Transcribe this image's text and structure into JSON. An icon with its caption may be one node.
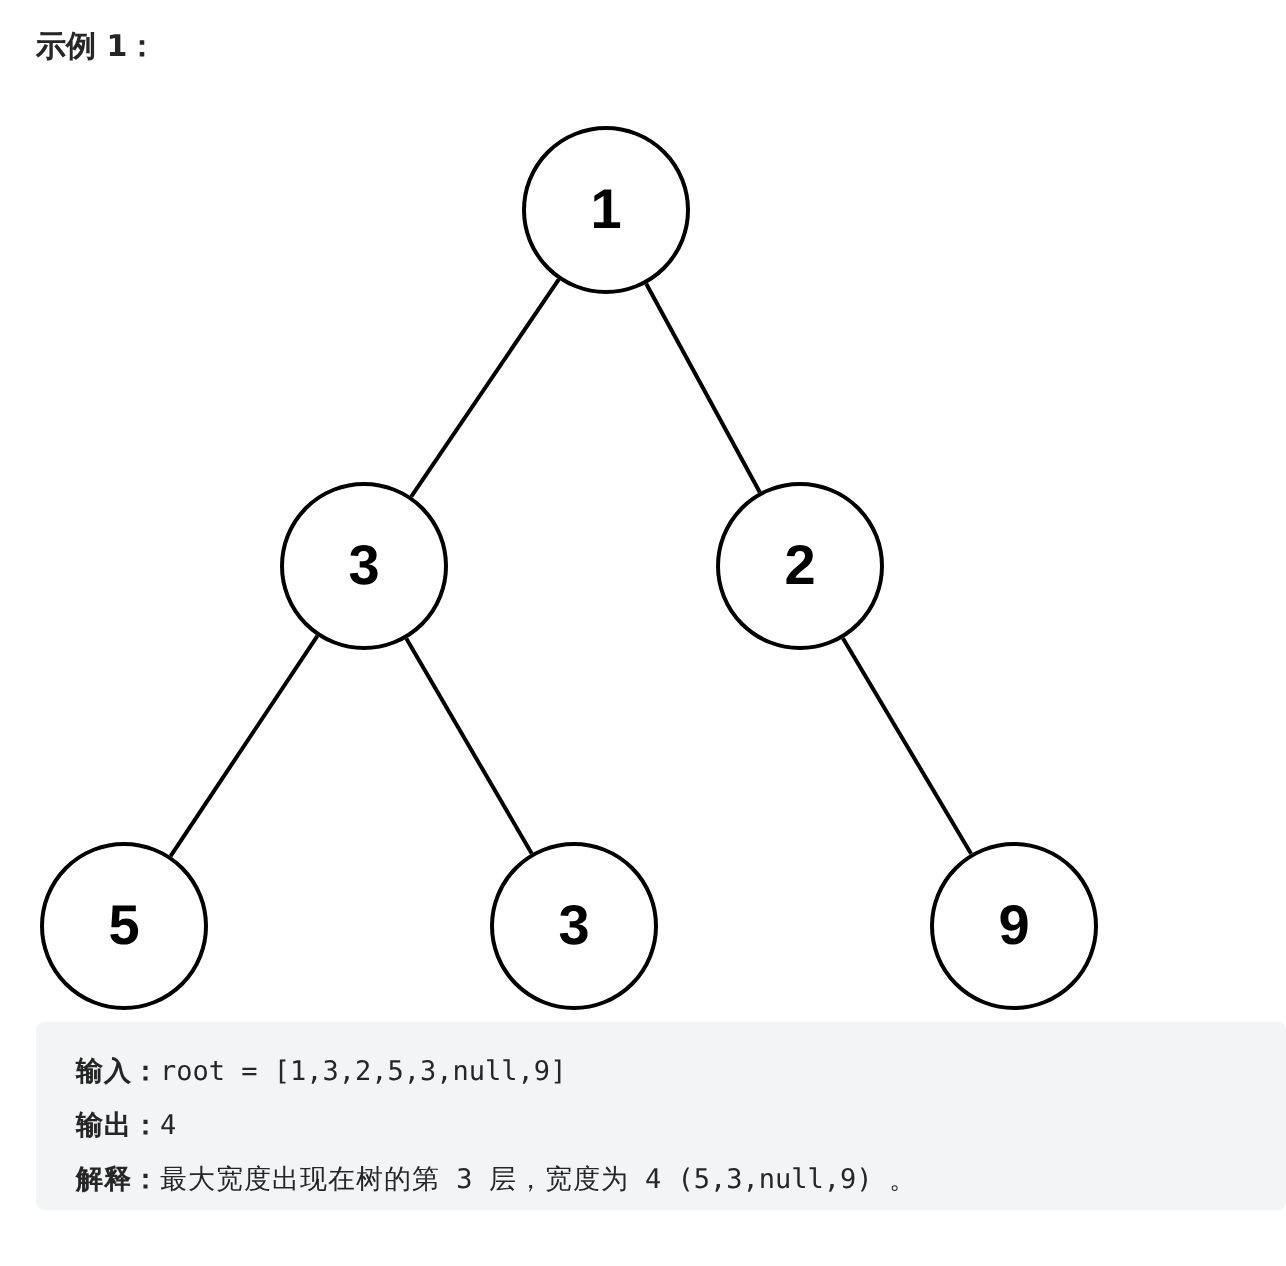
{
  "diagram": {
    "title": "示例 1：",
    "nodes": [
      {
        "text": [
          "1"
        ]
      },
      {
        "text": [
          "3"
        ]
      },
      {
        "text": [
          "2"
        ]
      },
      {
        "text": [
          "5"
        ]
      },
      {
        "text": [
          "3"
        ]
      },
      {
        "text": [
          "9"
        ]
      }
    ],
    "edges": [
      {
        "from": 0,
        "to": 1,
        "arrow": "none"
      },
      {
        "from": 0,
        "to": 2,
        "arrow": "none"
      },
      {
        "from": 1,
        "to": 3,
        "arrow": "none"
      },
      {
        "from": 1,
        "to": 4,
        "arrow": "none"
      },
      {
        "from": 2,
        "to": 5,
        "arrow": "none"
      }
    ],
    "labels": [
      "**输入：**root = [1,3,2,5,3,null,9]",
      "**输出：**4",
      "**解释：**最大宽度出现在树的第 3 层，宽度为 4 (5,3,null,9) 。"
    ]
  }
}
